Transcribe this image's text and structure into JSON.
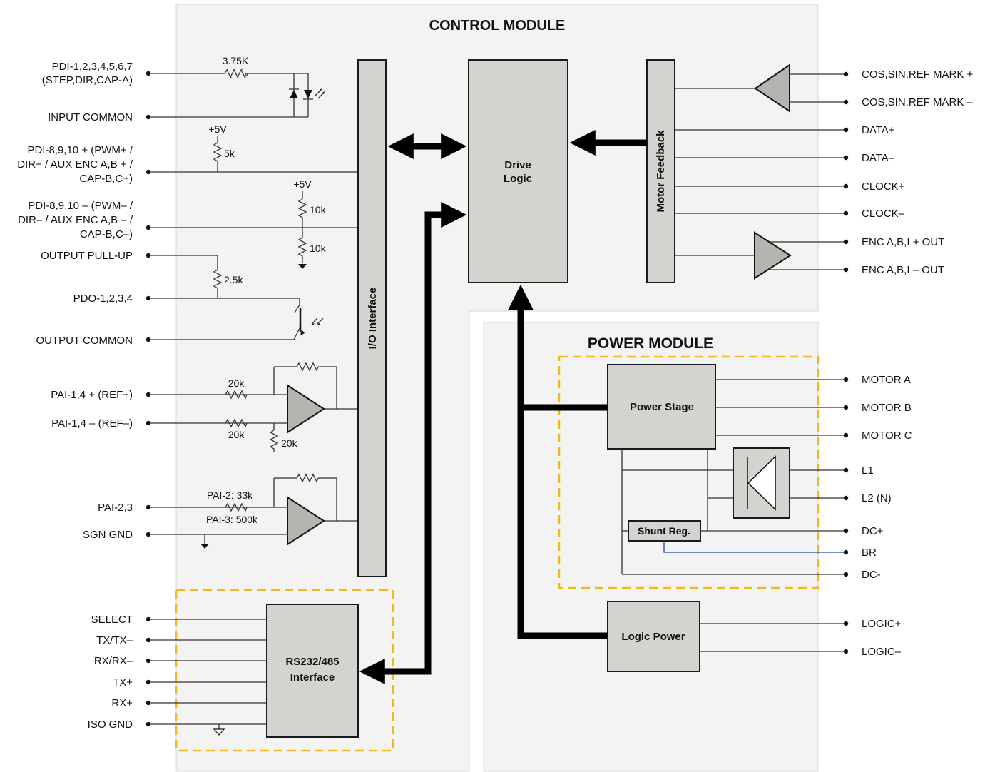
{
  "modules": {
    "control": "CONTROL MODULE",
    "power": "POWER MODULE"
  },
  "blocks": {
    "io_interface": "I/O Interface",
    "drive_logic_line1": "Drive",
    "drive_logic_line2": "Logic",
    "motor_feedback": "Motor Feedback",
    "power_stage": "Power Stage",
    "shunt_reg": "Shunt Reg.",
    "logic_power": "Logic Power",
    "rs_line1": "RS232/485",
    "rs_line2": "Interface"
  },
  "left_signals": {
    "pdi1_line1": "PDI-1,2,3,4,5,6,7",
    "pdi1_line2": "(STEP,DIR,CAP-A)",
    "input_common": "INPUT COMMON",
    "pdi8p_line1": "PDI-8,9,10 + (PWM+ /",
    "pdi8p_line2": "DIR+ / AUX ENC A,B + /",
    "pdi8p_line3": "CAP-B,C+)",
    "pdi8m_line1": "PDI-8,9,10 – (PWM– /",
    "pdi8m_line2": "DIR– / AUX ENC A,B – /",
    "pdi8m_line3": "CAP-B,C–)",
    "output_pullup": "OUTPUT PULL-UP",
    "pdo": "PDO-1,2,3,4",
    "output_common": "OUTPUT COMMON",
    "pai14p": "PAI-1,4 + (REF+)",
    "pai14m": "PAI-1,4 – (REF–)",
    "pai23": "PAI-2,3",
    "sgn_gnd": "SGN GND",
    "select": "SELECT",
    "tx_minus": "TX/TX–",
    "rx_minus": "RX/RX–",
    "tx_plus": "TX+",
    "rx_plus": "RX+",
    "iso_gnd": "ISO GND"
  },
  "right_signals": {
    "cos_plus": "COS,SIN,REF MARK +",
    "cos_minus": "COS,SIN,REF MARK –",
    "data_plus": "DATA+",
    "data_minus": "DATA–",
    "clock_plus": "CLOCK+",
    "clock_minus": "CLOCK–",
    "enc_plus": "ENC A,B,I + OUT",
    "enc_minus": "ENC A,B,I – OUT",
    "motor_a": "MOTOR A",
    "motor_b": "MOTOR B",
    "motor_c": "MOTOR C",
    "l1": "L1",
    "l2": "L2 (N)",
    "dc_plus": "DC+",
    "br": "BR",
    "dc_minus": "DC-",
    "logic_plus": "LOGIC+",
    "logic_minus": "LOGIC–"
  },
  "component_values": {
    "r_375k": "3.75K",
    "plus5v_a": "+5V",
    "r_5k": "5k",
    "plus5v_b": "+5V",
    "r_10k_a": "10k",
    "r_10k_b": "10k",
    "r_25k": "2.5k",
    "r_20k_a": "20k",
    "r_20k_b": "20k",
    "r_20k_c": "20k",
    "pai2_r": "PAI-2: 33k",
    "pai3_r": "PAI-3: 500k"
  },
  "colors": {
    "module_bg": "#f3f3f3",
    "block_fill": "#d4d3cf",
    "dashed_border": "#f2b91c",
    "bus": "#000000",
    "br_wire": "#1f4fa8"
  }
}
